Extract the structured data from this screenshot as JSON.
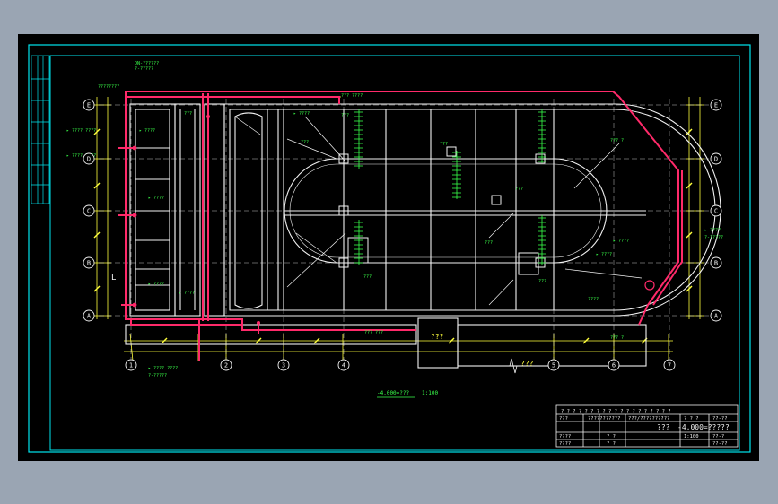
{
  "colors": {
    "background": "#9aa5b3",
    "canvas": "#000000",
    "frame": "#00e5ee",
    "pipe": "#ff2a6a",
    "structure": "#f2f2f2",
    "annotation": "#39ff4a",
    "dimension": "#ffff3c"
  },
  "axes": {
    "rows": [
      "E",
      "D",
      "C",
      "B",
      "A"
    ],
    "columns": [
      "1",
      "2",
      "3",
      "4",
      "5",
      "6",
      "7"
    ]
  },
  "labels": {
    "plan_title": "-4.000=???",
    "plan_scale": "1:100",
    "room_a": "???",
    "room_b": "???",
    "break_note": "???"
  },
  "title_block": {
    "header": "? ? ? ? ? ? ? ? ? ? ? ? ? ? ? ? ? ? ?",
    "row1": [
      "???",
      "???????????",
      "???/??????????",
      "? ? ?",
      "??-??"
    ],
    "drawing_title": "-4.000=?????",
    "drawing_prefix": "???",
    "row3": [
      "????",
      "? ?",
      "1:100",
      "??-?"
    ],
    "row4": [
      "????",
      "? ?",
      "??-??"
    ]
  }
}
